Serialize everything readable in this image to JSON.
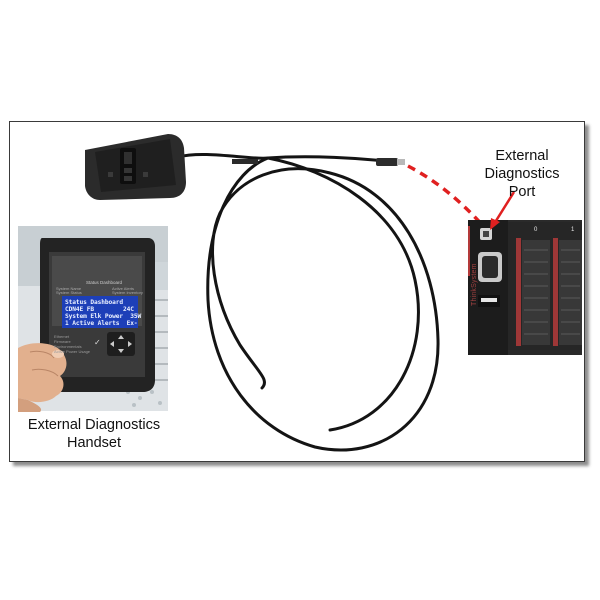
{
  "labels": {
    "port": [
      "External",
      "Diagnostics",
      "Port"
    ],
    "handset": [
      "External Diagnostics",
      "Handset"
    ]
  },
  "lcd": {
    "lines": [
      "Status Dashboard",
      "CDN4E FB        24C",
      "System Elk Power  35W",
      "1 Active Alerts  Ex-"
    ],
    "header": "Status Dashboard",
    "menu": [
      "System Name",
      "System Status",
      "Active Alerts",
      "System Inventory",
      "Ethernet",
      "Firmware",
      "Environmentals",
      "Active Power Usage"
    ]
  },
  "server": {
    "brand": "ThinkSystem",
    "bays": [
      "0",
      "1"
    ]
  },
  "colors": {
    "dashed_line": "#e02020",
    "port_arrow": "#e02020",
    "lcd_background": "#1d3fb8",
    "cable": "#141414",
    "server_body": "#1c1c1c",
    "server_accent": "#b43a3a"
  }
}
